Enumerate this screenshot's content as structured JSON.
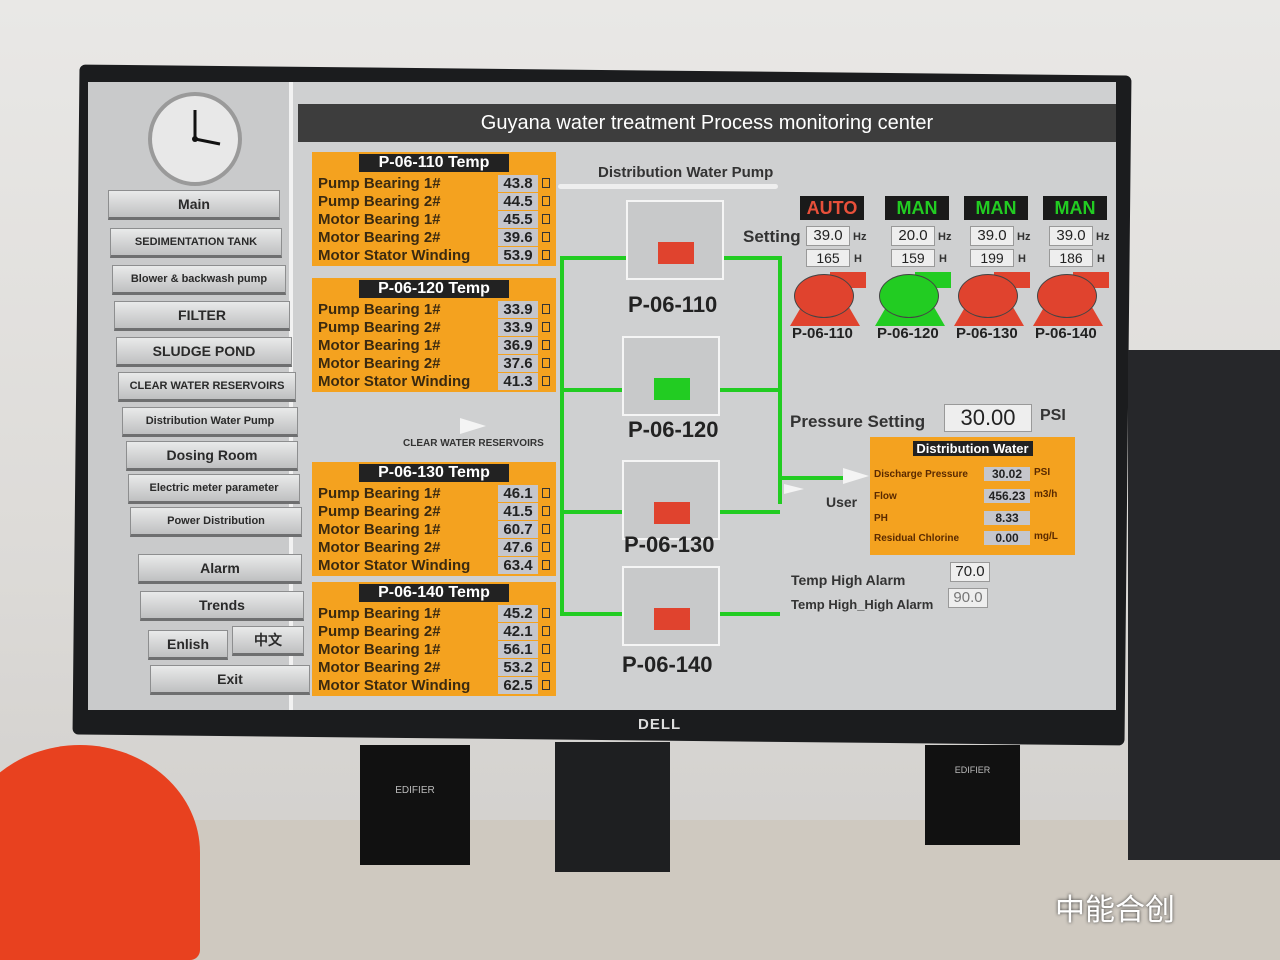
{
  "header": {
    "title": "Guyana water treatment Process monitoring center",
    "section": "Distribution Water Pump"
  },
  "nav": [
    {
      "label": "Main"
    },
    {
      "label": "SEDIMENTATION TANK"
    },
    {
      "label": "Blower & backwash pump"
    },
    {
      "label": "FILTER"
    },
    {
      "label": "SLUDGE POND"
    },
    {
      "label": "CLEAR WATER RESERVOIRS"
    },
    {
      "label": "Distribution Water Pump"
    },
    {
      "label": "Dosing Room"
    },
    {
      "label": "Electric meter parameter"
    },
    {
      "label": "Power Distribution"
    },
    {
      "label": "Alarm"
    },
    {
      "label": "Trends"
    },
    {
      "label": "Enlish"
    },
    {
      "label": "中文"
    },
    {
      "label": "Exit"
    }
  ],
  "temp_panels": [
    {
      "title": "P-06-110 Temp",
      "rows": [
        [
          "Pump Bearing 1#",
          "43.8"
        ],
        [
          "Pump  Bearing 2#",
          "44.5"
        ],
        [
          "Motor Bearing 1#",
          "45.5"
        ],
        [
          "Motor Bearing 2#",
          "39.6"
        ],
        [
          "Motor Stator Winding",
          "53.9"
        ]
      ]
    },
    {
      "title": "P-06-120 Temp",
      "rows": [
        [
          "Pump  Bearing 1#",
          "33.9"
        ],
        [
          "Pump Bearing 2#",
          "33.9"
        ],
        [
          "Motor  Bearing 1#",
          "36.9"
        ],
        [
          "Motor Bearing 2#",
          "37.6"
        ],
        [
          "Motor Stator Winding",
          "41.3"
        ]
      ]
    },
    {
      "title": "P-06-130 Temp",
      "rows": [
        [
          "Pump  Bearing 1#",
          "46.1"
        ],
        [
          "Pump Bearing 2#",
          "41.5"
        ],
        [
          "Motor Bearing 1#",
          "60.7"
        ],
        [
          "Motor  Bearing 2#",
          "47.6"
        ],
        [
          "Motor Stator Winding",
          "63.4"
        ]
      ]
    },
    {
      "title": "P-06-140 Temp",
      "rows": [
        [
          "Pump  Bearing 1#",
          "45.2"
        ],
        [
          "Pump  Bearing 2#",
          "42.1"
        ],
        [
          "Motor Bearing 1#",
          "56.1"
        ],
        [
          "Motor  Bearing 2#",
          "53.2"
        ],
        [
          "Motor Stator Winding",
          "62.5"
        ]
      ]
    }
  ],
  "diagram": {
    "source_label": "CLEAR WATER RESERVOIRS",
    "user_label": "User",
    "pumps": [
      "P-06-110",
      "P-06-120",
      "P-06-130",
      "P-06-140"
    ],
    "running": [
      false,
      true,
      false,
      false
    ]
  },
  "pumps": {
    "setting_label": "Setting",
    "hz_unit": "Hz",
    "h_unit": "H",
    "items": [
      {
        "name": "P-06-110",
        "mode": "AUTO",
        "hz": "39.0",
        "hours": "165",
        "state": "stopped"
      },
      {
        "name": "P-06-120",
        "mode": "MAN",
        "hz": "20.0",
        "hours": "159",
        "state": "running"
      },
      {
        "name": "P-06-130",
        "mode": "MAN",
        "hz": "39.0",
        "hours": "199",
        "state": "stopped"
      },
      {
        "name": "P-06-140",
        "mode": "MAN",
        "hz": "39.0",
        "hours": "186",
        "state": "stopped"
      }
    ]
  },
  "pressure": {
    "label": "Pressure Setting",
    "value": "30.00",
    "unit": "PSI"
  },
  "distribution_water": {
    "title": "Distribution Water",
    "rows": [
      {
        "label": "Discharge Pressure",
        "value": "30.02",
        "unit": "PSI"
      },
      {
        "label": "Flow",
        "value": "456.23",
        "unit": "m3/h"
      },
      {
        "label": "PH",
        "value": "8.33",
        "unit": ""
      },
      {
        "label": "Residual Chlorine",
        "value": "0.00",
        "unit": "mg/L"
      }
    ]
  },
  "alarms": {
    "high_label": "Temp High Alarm",
    "high_value": "70.0",
    "highhigh_label": "Temp High_High Alarm",
    "highhigh_value": "90.0"
  },
  "colors": {
    "orange": "#f4a21f",
    "running": "#22cc22",
    "stopped": "#e0432e",
    "auto": "#e8503a"
  },
  "scene": {
    "monitor_brand": "DELL",
    "speaker_brand": "EDIFIER",
    "watermark": "中能合创"
  }
}
